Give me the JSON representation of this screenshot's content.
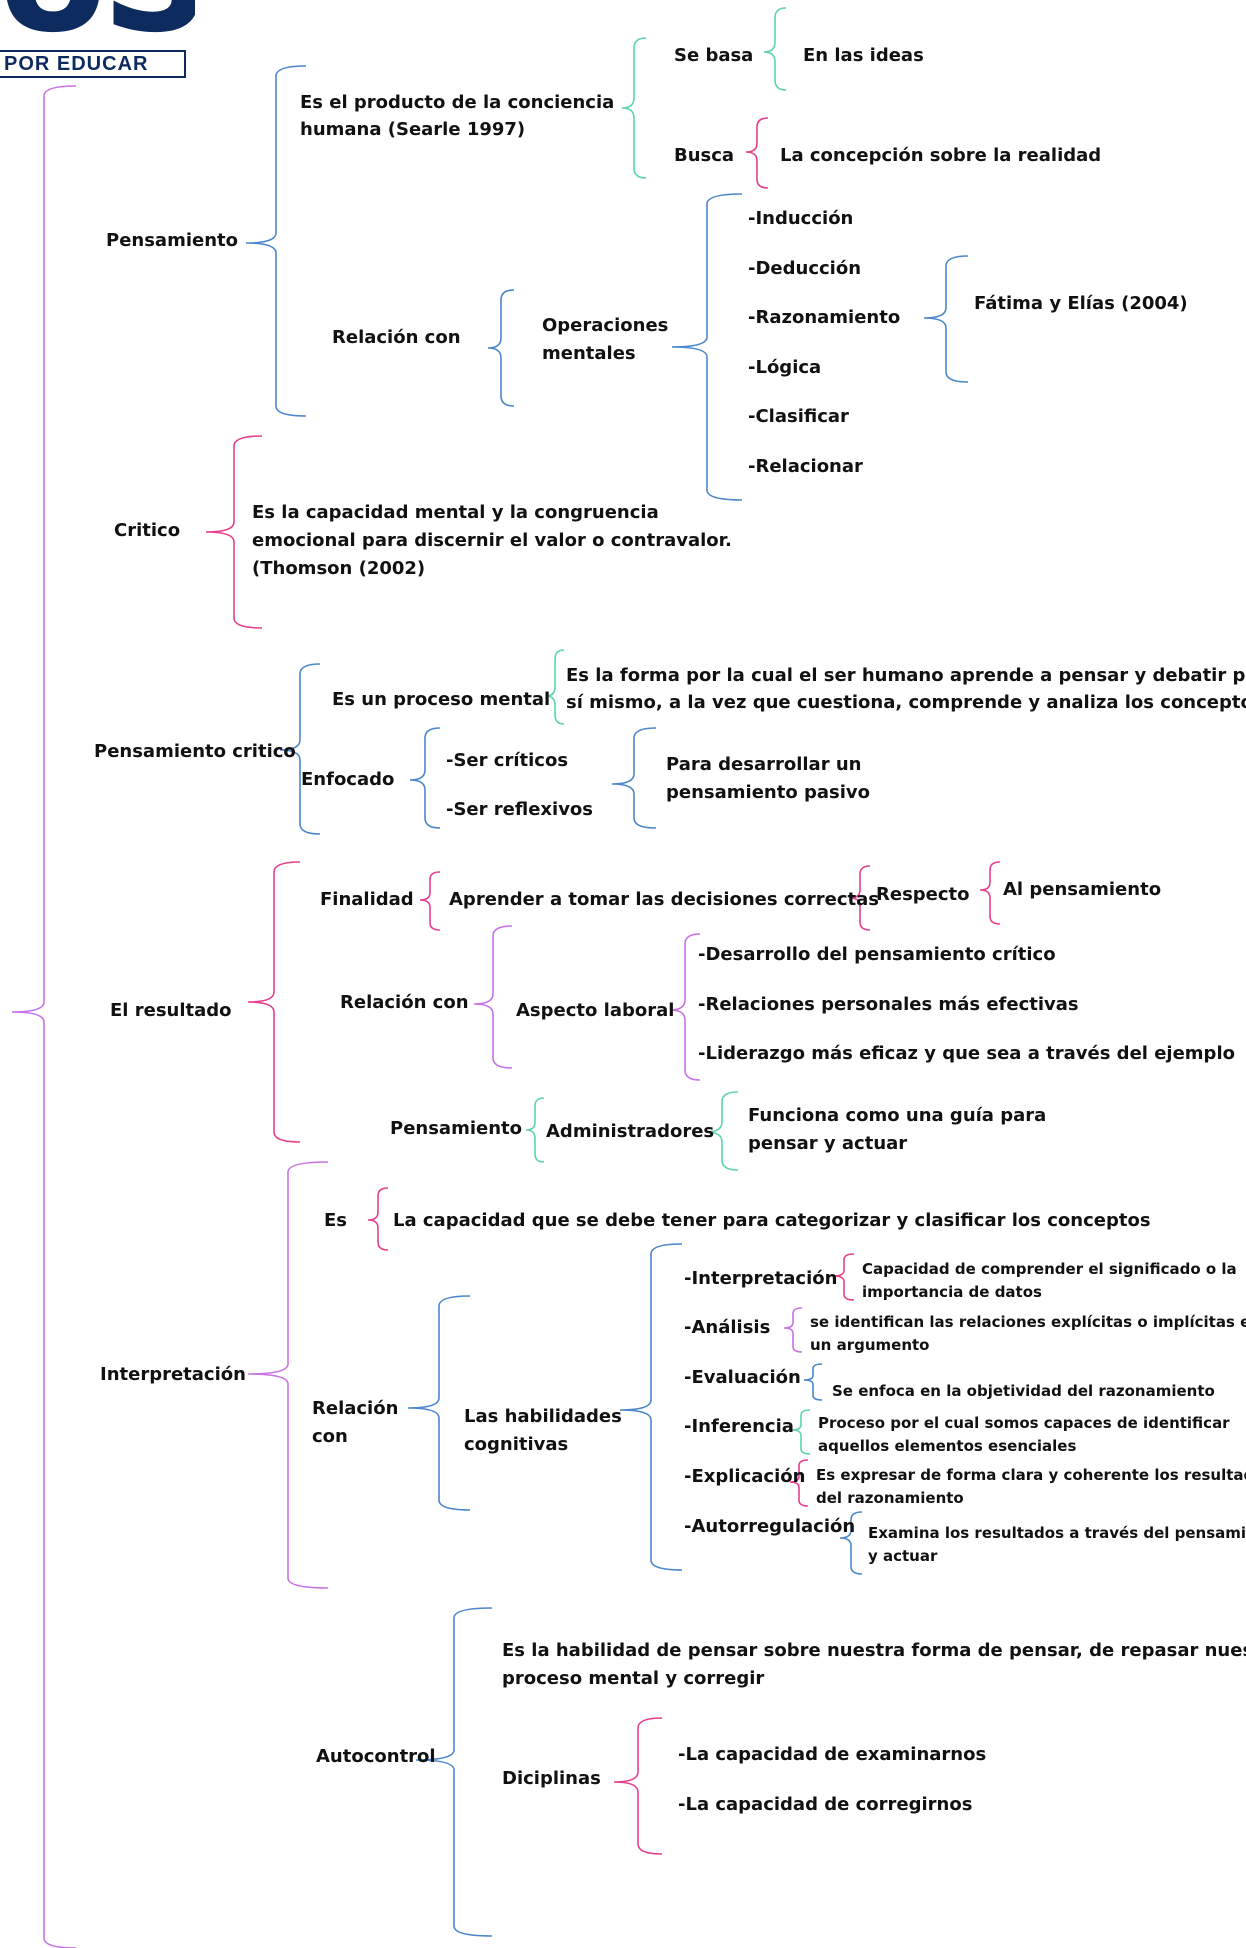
{
  "brand": {
    "logo_mark": "US",
    "tagline": "POR EDUCAR"
  },
  "colors": {
    "violet": "#c873e6",
    "blue": "#4c87cc",
    "green": "#5cd6a6",
    "pink": "#e6408c",
    "text": "#111111",
    "brand": "#0d2b5e"
  },
  "sections": {
    "pensamiento": {
      "label": "Pensamiento",
      "producto": "Es el producto de la conciencia humana (Searle 1997)",
      "se_basa": "Se basa",
      "en_las_ideas": "En las ideas",
      "busca": "Busca",
      "concepcion": "La concepción sobre la realidad",
      "relacion_con": "Relación con",
      "operaciones": "Operaciones mentales",
      "operaciones_list": [
        "-Inducción",
        "-Deducción",
        "-Razonamiento",
        "-Lógica",
        "-Clasificar",
        "-Relacionar"
      ],
      "fuente": "Fátima y Elías (2004)"
    },
    "critico": {
      "label": "Critico",
      "definicion_lines": [
        "Es la capacidad mental y la congruencia",
        "emocional para discernir el valor o contravalor.",
        "(Thomson (2002)"
      ]
    },
    "pensamiento_critico": {
      "label": "Pensamiento critico",
      "proceso": "Es un proceso mental",
      "forma_lines": [
        "Es la forma por la cual el ser humano aprende a pensar y debatir por",
        "sí mismo, a la vez que cuestiona, comprende y analiza los conceptos."
      ],
      "enfocado": "Enfocado",
      "enfocado_items": [
        "-Ser críticos",
        "-Ser reflexivos"
      ],
      "pasivo_lines": [
        "Para desarrollar un",
        "pensamiento pasivo"
      ]
    },
    "resultado": {
      "label": "El resultado",
      "finalidad": "Finalidad",
      "aprender": "Aprender a tomar las decisiones correctas",
      "respecto": "Respecto",
      "al_pensamiento": "Al pensamiento",
      "relacion_con": "Relación con",
      "aspecto_laboral": "Aspecto laboral",
      "laboral_items": [
        "-Desarrollo del pensamiento crítico",
        "-Relaciones personales más efectivas",
        "-Liderazgo más eficaz y que sea a través del ejemplo"
      ],
      "pensamiento": "Pensamiento",
      "administradores": "Administradores",
      "guia_lines": [
        "Funciona como una guía para",
        "pensar y actuar"
      ]
    },
    "interpretacion": {
      "label": "Interpretación",
      "es": "Es",
      "capacidad": "La capacidad que se debe tener para categorizar y clasificar los conceptos",
      "relacion_lines": [
        "Relación",
        "con"
      ],
      "habilidades_lines": [
        "Las habilidades",
        "cognitivas"
      ],
      "skills": [
        {
          "name": "-Interpretación",
          "desc": [
            "Capacidad de comprender el significado o la",
            "importancia de datos"
          ]
        },
        {
          "name": "-Análisis",
          "desc": [
            "se identifican las relaciones explícitas o implícitas en",
            "un argumento"
          ]
        },
        {
          "name": "-Evaluación",
          "desc": [
            "Se enfoca en la objetividad del razonamiento"
          ]
        },
        {
          "name": "-Inferencia",
          "desc": [
            "Proceso por el cual somos capaces de identificar",
            "aquellos elementos esenciales"
          ]
        },
        {
          "name": "-Explicación",
          "desc": [
            "Es expresar de forma clara y coherente los resultados",
            "del razonamiento"
          ]
        },
        {
          "name": "-Autorregulación",
          "desc": [
            "Examina los resultados a través del pensamiento",
            "y actuar"
          ]
        }
      ]
    },
    "autocontrol": {
      "label": "Autocontrol",
      "habilidad_lines": [
        "Es la habilidad de pensar sobre nuestra forma de pensar, de repasar nuestro",
        "proceso mental y corregir"
      ],
      "diciplinas": "Diciplinas",
      "capacidades": [
        "-La capacidad de examinarnos",
        "-La capacidad de corregirnos"
      ]
    }
  }
}
